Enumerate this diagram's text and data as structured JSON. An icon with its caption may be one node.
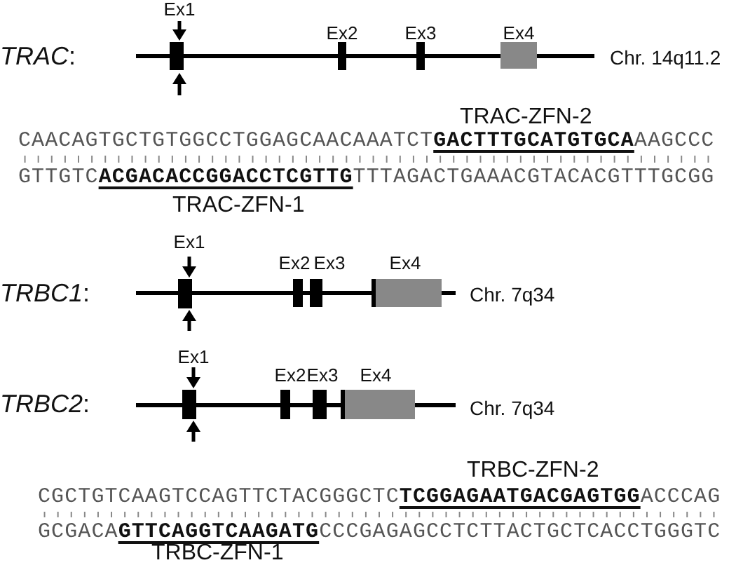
{
  "diagram": {
    "nodes": [
      {
        "text": [
          "Ex1"
        ]
      },
      {
        "text": [
          "Ex2"
        ]
      },
      {
        "text": [
          "Ex3"
        ]
      },
      {
        "text": [
          "Ex4"
        ]
      },
      {
        "text": [
          "Ex1"
        ]
      },
      {
        "text": [
          "Ex2"
        ]
      },
      {
        "text": [
          "Ex3"
        ]
      },
      {
        "text": [
          "Ex4"
        ]
      },
      {
        "text": [
          "Ex1"
        ]
      },
      {
        "text": [
          "Ex2"
        ]
      },
      {
        "text": [
          "Ex3"
        ]
      },
      {
        "text": [
          "Ex4"
        ]
      }
    ],
    "labels": [
      "*TRAC*:",
      "Chr. 14q11.2",
      "TRAC-ZFN-2",
      "CAACAGTGCTGTGGCCTGGAGCAACAAATCT**GACTTTGCATGTGCA**AAGCCC",
      "GTTGTC**ACGACACCGGACCTCGTTG**TTTAGACTGAAACGTACACGTTTGCGG",
      "TRAC-ZFN-1",
      "*TRBC1*:",
      "Chr. 7q34",
      "*TRBC2*:",
      "Chr. 7q34",
      "TRBC-ZFN-2",
      "CGCTGTCAAGTCCAGTTCTACGGGCTC**TCGGAGAATGACGAGTGG**ACCCAG",
      "GCGACA**GTTCAGGTCAAGATG**CCCGAGAGCCTCTTACTGCTCACCTGGGTC",
      "TRBC-ZFN-1"
    ]
  }
}
